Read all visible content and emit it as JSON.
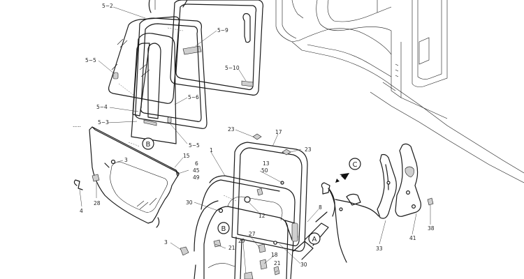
{
  "labels": {
    "p5_2": "5−2",
    "p5_9": "5−9",
    "p5_5_top": "5−5",
    "p5_10": "5−10",
    "p5_6": "5−6",
    "p5_4": "5−4",
    "p5_3": "5−3",
    "p5_5_bottom": "5−5",
    "p15": "15",
    "p3_small": "3",
    "p6": "6",
    "p45": "45",
    "p49": "49",
    "p23_left": "23",
    "p17": "17",
    "p23_right": "23",
    "p1": "1",
    "p13": "13",
    "p50": "50",
    "p12": "12",
    "p8": "8",
    "p30_left": "30",
    "p30_bottom": "30",
    "p28": "28",
    "p4": "4",
    "p3": "3",
    "p21_left": "21",
    "p21_bottom": "21",
    "p27": "27",
    "p29": "29",
    "p18": "18",
    "p33": "33",
    "p41": "41",
    "p38": "38",
    "dots": "....."
  },
  "callouts": {
    "b_top": "B",
    "b_door": "B",
    "a": "A",
    "c": "C"
  }
}
